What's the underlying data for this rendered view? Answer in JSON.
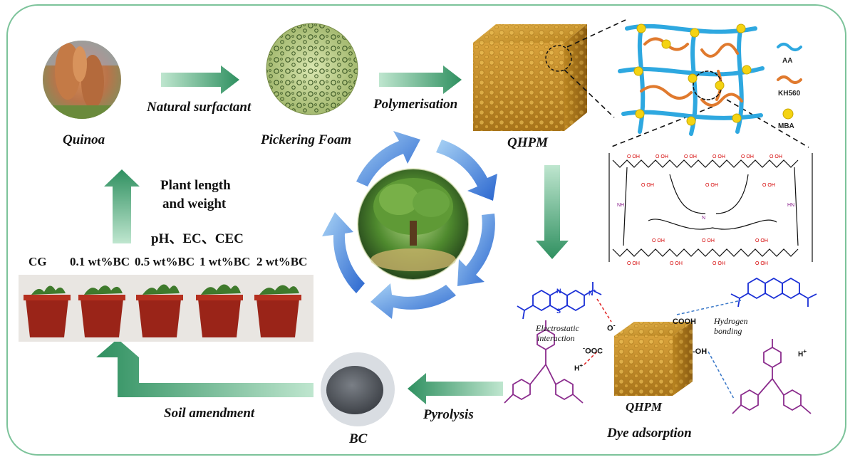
{
  "labels": {
    "quinoa": "Quinoa",
    "natural_surfactant": "Natural surfactant",
    "pickering_foam": "Pickering Foam",
    "polymerisation": "Polymerisation",
    "qhpm_top": "QHPM",
    "qhpm_bottom": "QHPM",
    "plant_length": "Plant length",
    "and_weight": "and weight",
    "ph_ec_cec": "pH、EC、CEC",
    "soil_amendment": "Soil amendment",
    "bc": "BC",
    "pyrolysis": "Pyrolysis",
    "dye_adsorption": "Dye adsorption",
    "electrostatic": "Electrostatic",
    "interaction": "interaction",
    "hydrogen": "Hydrogen",
    "bonding": "bonding"
  },
  "legend": {
    "aa": "AA",
    "kh560": "KH560",
    "mba": "MBA"
  },
  "pots": [
    "CG",
    "0.1 wt%BC",
    "0.5 wt%BC",
    "1 wt%BC",
    "2 wt%BC"
  ],
  "chem_groups": {
    "o_minus": "O",
    "ooc": "OOC",
    "cooh": "COOH",
    "oh": "OH",
    "h_plus_left": "H",
    "h_plus_right": "H",
    "sulfur": "S",
    "nitrogen": "N",
    "n_plus": "N"
  },
  "colors": {
    "frame": "#7cc39a",
    "arrow_green": "#3a9a6a",
    "cycle_blue": "#3d7fd9",
    "foam_gold": "#c8952a",
    "chain_blue": "#2ea8e0",
    "chain_orange": "#e07a2e",
    "bead_yellow": "#f4d312",
    "mb_blue": "#1a2fd6",
    "cv_purple": "#8a2b8c"
  }
}
